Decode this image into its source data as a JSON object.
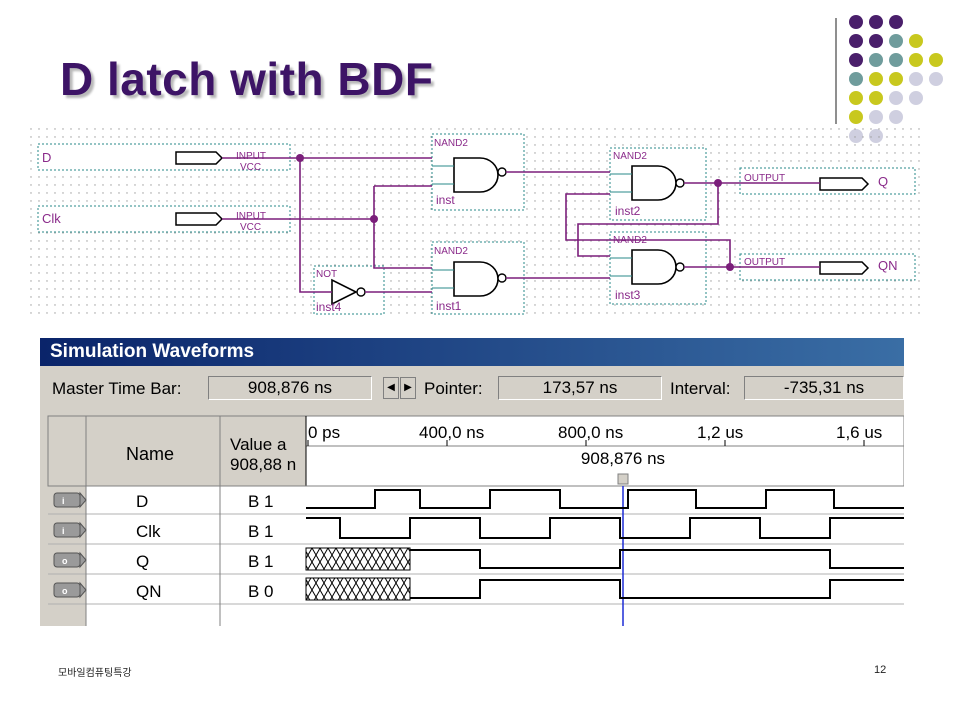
{
  "slide": {
    "title": "D latch with BDF",
    "footer_left": "모바일컴퓨팅특강",
    "page_number": "12"
  },
  "schematic": {
    "pins": [
      {
        "name": "D",
        "type": "INPUT",
        "sub": "VCC"
      },
      {
        "name": "Clk",
        "type": "INPUT",
        "sub": "VCC"
      }
    ],
    "outputs": [
      {
        "name": "Q",
        "type": "OUTPUT"
      },
      {
        "name": "QN",
        "type": "OUTPUT"
      }
    ],
    "gates": [
      {
        "type": "NAND2",
        "inst": "inst"
      },
      {
        "type": "NAND2",
        "inst": "inst1"
      },
      {
        "type": "NAND2",
        "inst": "inst2"
      },
      {
        "type": "NAND2",
        "inst": "inst3"
      },
      {
        "type": "NOT",
        "inst": "inst4"
      }
    ]
  },
  "simulation": {
    "window_title": "Simulation Waveforms",
    "master_time_bar_label": "Master Time Bar:",
    "master_time_bar_value": "908,876 ns",
    "pointer_label": "Pointer:",
    "pointer_value": "173,57 ns",
    "interval_label": "Interval:",
    "interval_value": "-735,31 ns",
    "col_name": "Name",
    "col_value_line1": "Value a",
    "col_value_line2": "908,88 n",
    "time_ticks": [
      "0 ps",
      "400,0 ns",
      "800,0 ns",
      "1,2 us",
      "1,6 us"
    ],
    "marker_label": "908,876 ns",
    "signals": [
      {
        "name": "D",
        "value": "B 1",
        "icon": "input-pin-icon"
      },
      {
        "name": "Clk",
        "value": "B 1",
        "icon": "input-pin-icon"
      },
      {
        "name": "Q",
        "value": "B 1",
        "icon": "output-pin-icon"
      },
      {
        "name": "QN",
        "value": "B 0",
        "icon": "output-pin-icon"
      }
    ]
  },
  "colors": {
    "title": "#3d1466",
    "wire": "#7b1f7b",
    "block_border": "#2a8a8a",
    "pin_label": "#8a2a8a",
    "marker": "#1f2dd6"
  }
}
